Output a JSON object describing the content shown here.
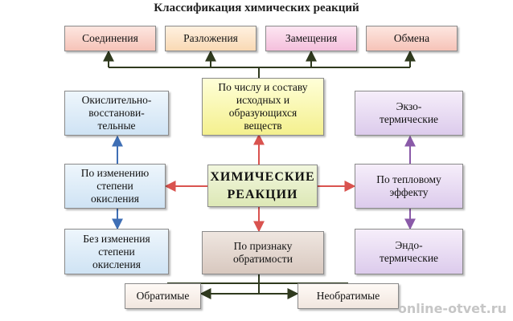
{
  "title": "Классификация химических реакций",
  "top_row": [
    "Соединения",
    "Разложения",
    "Замещения",
    "Обмена"
  ],
  "center": "ХИМИЧЕСКИЕ\nРЕАКЦИИ",
  "composition": "По числу и составу\nисходных и\nобразующихся\nвеществ",
  "redox": {
    "category": "По изменению\nстепени\nокисления",
    "upper": "Окислительно-\nвосстанови-\nтельные",
    "lower": "Без изменения\nстепени\nокисления"
  },
  "thermal": {
    "category": "По тепловому\nэффекту",
    "upper": "Экзо-\nтермические",
    "lower": "Эндо-\nтермические"
  },
  "reversibility": {
    "category": "По признаку\nобратимости",
    "left": "Обратимые",
    "right": "Необратимые"
  },
  "watermark": "online-otvet.ru",
  "colors": {
    "arrow_dark": "#2f3a1e",
    "arrow_red": "#d9534f",
    "arrow_blue": "#3f6fb5",
    "arrow_violet": "#8a5aa8"
  }
}
